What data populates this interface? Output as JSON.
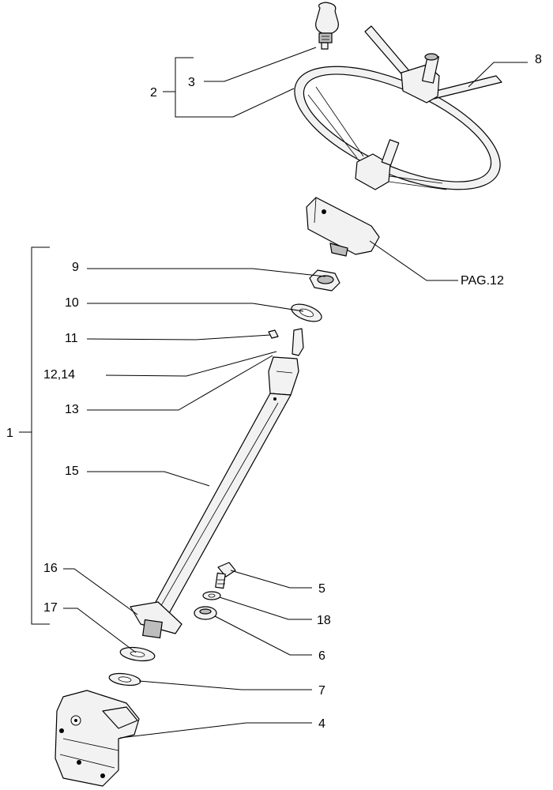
{
  "labels": {
    "l1": "1",
    "l2": "2",
    "l3": "3",
    "l4": "4",
    "l5": "5",
    "l6": "6",
    "l7": "7",
    "l8": "8",
    "l9": "9",
    "l10": "10",
    "l11": "11",
    "l12_14": "12,14",
    "l13": "13",
    "l15": "15",
    "l16": "16",
    "l17": "17",
    "l18": "18",
    "page_ref": "PAG.12"
  }
}
